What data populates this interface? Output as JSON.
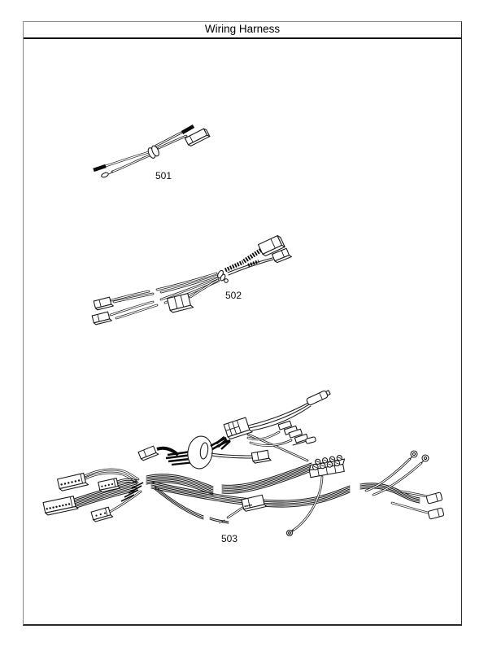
{
  "page": {
    "title": "Wiring Harness"
  },
  "parts": [
    {
      "number": "501",
      "name": "wiring harness 501"
    },
    {
      "number": "502",
      "name": "wiring harness 502"
    },
    {
      "number": "503",
      "name": "wiring harness 503"
    }
  ],
  "colors": {
    "line": "#1c1c1c",
    "frame_border": "#8a8a8a",
    "header_rule": "#111111",
    "background": "#ffffff"
  }
}
